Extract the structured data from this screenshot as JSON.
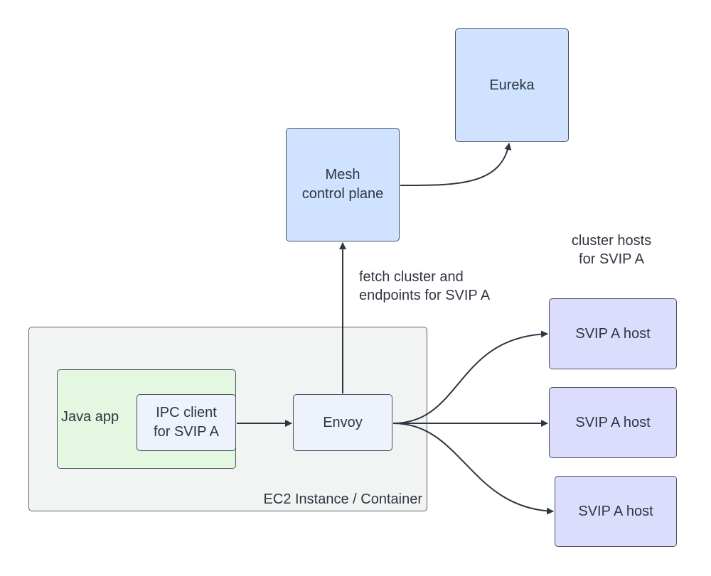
{
  "nodes": {
    "eureka": "Eureka",
    "mesh_control_plane": "Mesh\ncontrol plane",
    "ec2_container": "EC2 Instance / Container",
    "java_app": "Java app",
    "ipc_client": "IPC client\nfor SVIP A",
    "envoy": "Envoy",
    "svip_hosts": [
      "SVIP A host",
      "SVIP A host",
      "SVIP A host"
    ]
  },
  "labels": {
    "fetch": "fetch cluster and\nendpoints for SVIP A",
    "cluster_hosts": "cluster hosts\nfor SVIP A"
  },
  "colors": {
    "service": "#cfe2ff",
    "host": "#dcdcfc",
    "proxy": "#eef2fc",
    "app": "#e4f7e0",
    "container": "#f2f3f3",
    "line": "#2f3541"
  }
}
